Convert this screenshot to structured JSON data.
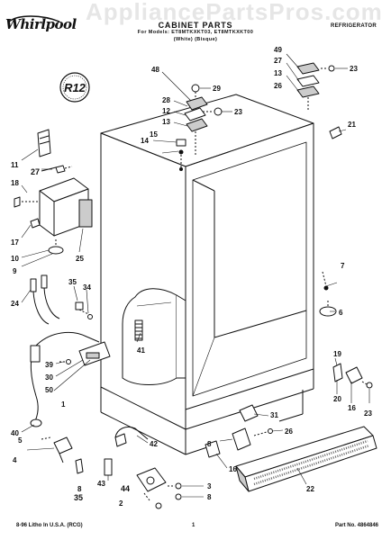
{
  "header": {
    "brand": "Whirlpool",
    "watermark": "AppliancePartsPros.com",
    "title": "CABINET PARTS",
    "models": "For Models: ET8MTKXKT03, ET8MTKXKT00",
    "colors": "(White)    (Bisque)",
    "category": "REFRIGERATOR"
  },
  "refrigerant_badge": "R12",
  "footer": {
    "left": "8-96 Litho In U.S.A. (RCG)",
    "page_number": "1",
    "part_number": "Part No. 4864846"
  },
  "callouts": [
    {
      "id": "c-11",
      "label": "11"
    },
    {
      "id": "c-27a",
      "label": "27"
    },
    {
      "id": "c-18",
      "label": "18"
    },
    {
      "id": "c-17",
      "label": "17"
    },
    {
      "id": "c-10",
      "label": "10"
    },
    {
      "id": "c-9",
      "label": "9"
    },
    {
      "id": "c-25",
      "label": "25"
    },
    {
      "id": "c-24",
      "label": "24"
    },
    {
      "id": "c-35a",
      "label": "35"
    },
    {
      "id": "c-34",
      "label": "34"
    },
    {
      "id": "c-39",
      "label": "39"
    },
    {
      "id": "c-30",
      "label": "30"
    },
    {
      "id": "c-50",
      "label": "50"
    },
    {
      "id": "c-1",
      "label": "1"
    },
    {
      "id": "c-40",
      "label": "40"
    },
    {
      "id": "c-5",
      "label": "5"
    },
    {
      "id": "c-4",
      "label": "4"
    },
    {
      "id": "c-8a",
      "label": "8"
    },
    {
      "id": "c-35b",
      "label": "35"
    },
    {
      "id": "c-43",
      "label": "43"
    },
    {
      "id": "c-44",
      "label": "44"
    },
    {
      "id": "c-2",
      "label": "2"
    },
    {
      "id": "c-42",
      "label": "42"
    },
    {
      "id": "c-41",
      "label": "41"
    },
    {
      "id": "c-48",
      "label": "48"
    },
    {
      "id": "c-28",
      "label": "28"
    },
    {
      "id": "c-12",
      "label": "12"
    },
    {
      "id": "c-13a",
      "label": "13"
    },
    {
      "id": "c-29",
      "label": "29"
    },
    {
      "id": "c-23a",
      "label": "23"
    },
    {
      "id": "c-14",
      "label": "14"
    },
    {
      "id": "c-15",
      "label": "15"
    },
    {
      "id": "c-49",
      "label": "49"
    },
    {
      "id": "c-27b",
      "label": "27"
    },
    {
      "id": "c-13b",
      "label": "13"
    },
    {
      "id": "c-23b",
      "label": "23"
    },
    {
      "id": "c-26a",
      "label": "26"
    },
    {
      "id": "c-21",
      "label": "21"
    },
    {
      "id": "c-7",
      "label": "7"
    },
    {
      "id": "c-6",
      "label": "6"
    },
    {
      "id": "c-19",
      "label": "19"
    },
    {
      "id": "c-20",
      "label": "20"
    },
    {
      "id": "c-16a",
      "label": "16"
    },
    {
      "id": "c-23c",
      "label": "23"
    },
    {
      "id": "c-31",
      "label": "31"
    },
    {
      "id": "c-26b",
      "label": "26"
    },
    {
      "id": "c-8b",
      "label": "8"
    },
    {
      "id": "c-16b",
      "label": "16"
    },
    {
      "id": "c-22",
      "label": "22"
    },
    {
      "id": "c-3",
      "label": "3"
    },
    {
      "id": "c-8c",
      "label": "8"
    }
  ]
}
